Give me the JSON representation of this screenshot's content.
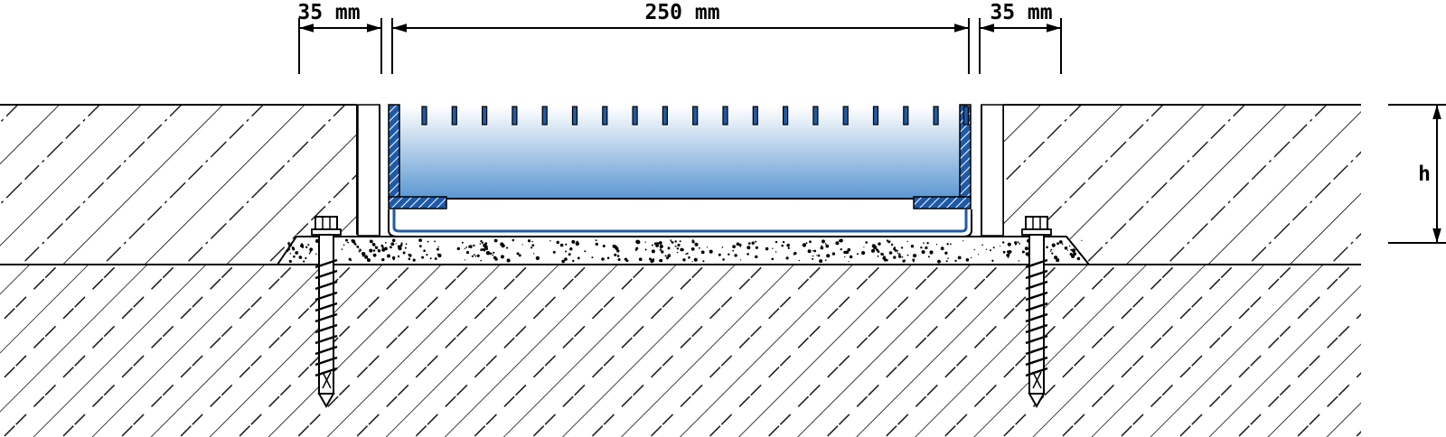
{
  "dimensions": {
    "left_gap": "35 mm",
    "channel_width": "250 mm",
    "right_gap": "35 mm",
    "height": "h"
  },
  "colors": {
    "line": "#000000",
    "channel_fill_top": "#ffffff",
    "channel_fill_bottom": "#5b97d2",
    "steel_blue": "#1f5aa8",
    "background": "#ffffff"
  },
  "icons": {
    "anchor_screw": "anchor-screw-icon",
    "hex_head": "hex-head-icon"
  }
}
